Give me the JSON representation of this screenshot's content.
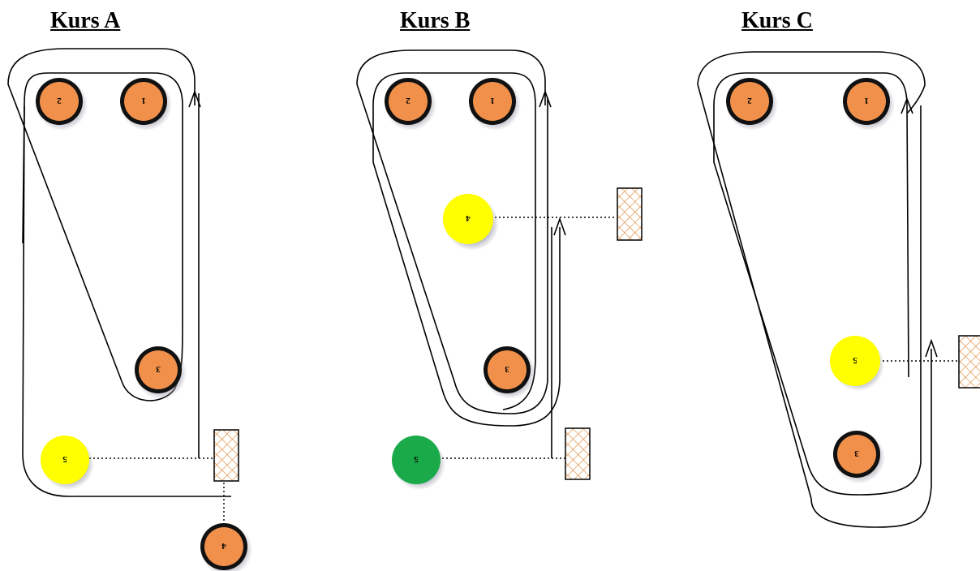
{
  "courses": [
    {
      "id": "A",
      "title": "Kurs A"
    },
    {
      "id": "B",
      "title": "Kurs B"
    },
    {
      "id": "C",
      "title": "Kurs C"
    }
  ],
  "colors": {
    "marker_fill": "#f0904a",
    "marker_ring": "#111111",
    "yellow": "#ffff00",
    "green": "#1aaa4a",
    "hatch": "#e08a3c",
    "line": "#000000"
  },
  "markers": {
    "a1": "1",
    "a2": "2",
    "a3": "3",
    "a5": "5",
    "a4": "4",
    "b1": "1",
    "b2": "2",
    "b4": "4",
    "b3": "3",
    "b5": "5",
    "c1": "1",
    "c2": "2",
    "c5": "5",
    "c3": "3"
  }
}
